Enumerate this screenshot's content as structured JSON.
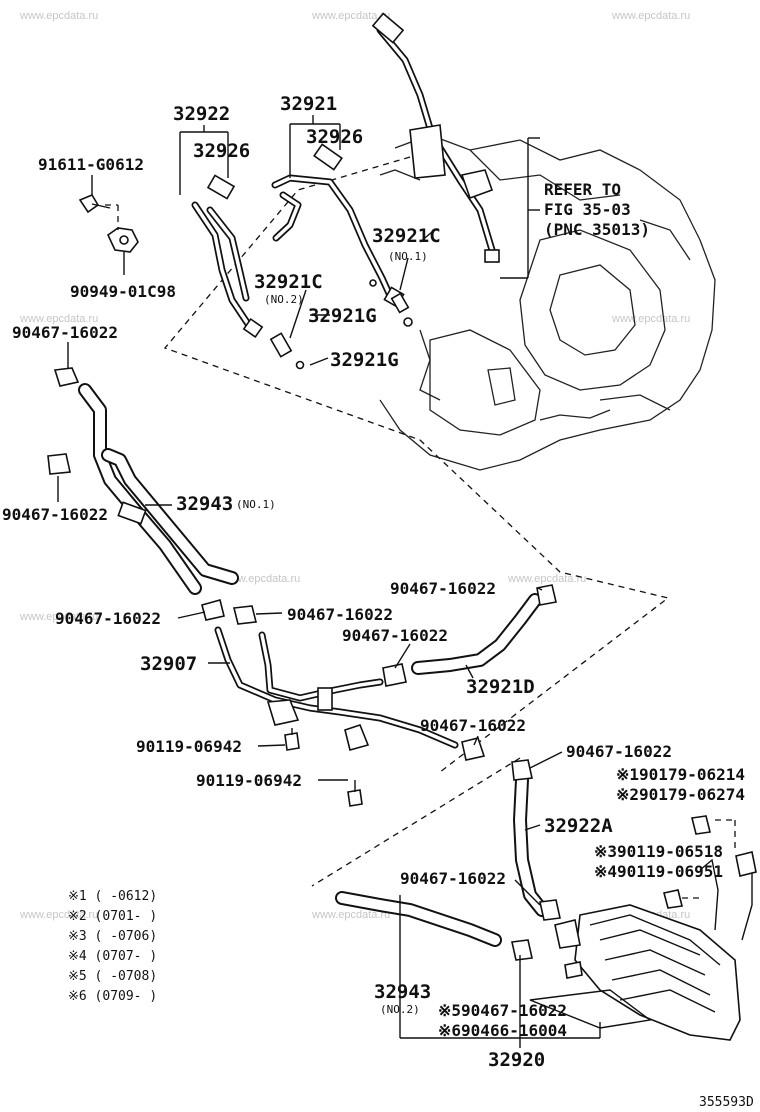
{
  "watermark": "www.epcdata.ru",
  "figure_code": "355593D",
  "labels": {
    "p32922": "32922",
    "p32921": "32921",
    "p32926_a": "32926",
    "p32926_b": "32926",
    "p91611": "91611-G0612",
    "p90949": "90949-01C98",
    "refer_1": "REFER TO",
    "refer_2": "FIG 35-03",
    "refer_3": "(PNC 35013)",
    "p32921C_1": "32921C",
    "p32921C_1_sub": "(NO.1)",
    "p32921C_2": "32921C",
    "p32921C_2_sub": "(NO.2)",
    "p32921G_1": "32921G",
    "p32921G_2": "32921G",
    "p90467_a": "90467-16022",
    "p90467_b": "90467-16022",
    "p32943_1": "32943",
    "p32943_1_sub": "(NO.1)",
    "p90467_c": "90467-16022",
    "p90467_d": "90467-16022",
    "p90467_e": "90467-16022",
    "p90467_f": "90467-16022",
    "p32907": "32907",
    "p32921D": "32921D",
    "p90119_a": "90119-06942",
    "p90119_b": "90119-06942",
    "p90467_g": "90467-16022",
    "p90467_h": "90467-16022",
    "p90179_1": "※190179-06214",
    "p90179_2": "※290179-06274",
    "p32922A": "32922A",
    "p90119_3": "※390119-06518",
    "p90119_4": "※490119-06951",
    "p90467_i": "90467-16022",
    "p32943_2": "32943",
    "p32943_2_sub": "(NO.2)",
    "p90467_5": "※590467-16022",
    "p90466_6": "※690466-16004",
    "p32920": "32920"
  },
  "notes": [
    "※1  (     -0612)",
    "※2  (0701-     )",
    "※3  (     -0706)",
    "※4  (0707-     )",
    "※5  (     -0708)",
    "※6  (0709-     )"
  ]
}
